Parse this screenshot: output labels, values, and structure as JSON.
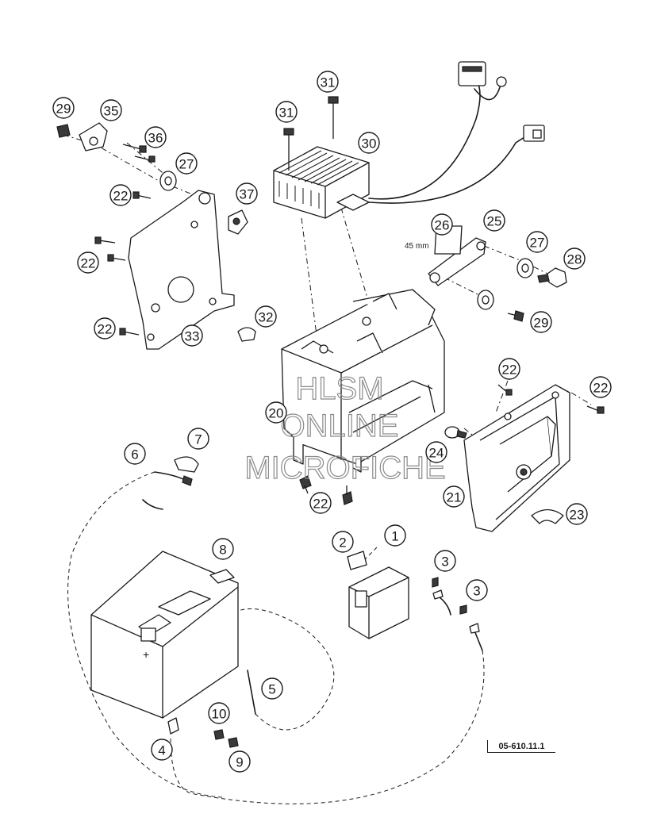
{
  "diagram": {
    "drawing_code": "05-610.11.1",
    "dimension_note": "45 mm",
    "battery_terminal_mark": "+",
    "watermark": [
      "HLSM",
      "ONLINE",
      "MICROFICHE"
    ],
    "callouts": [
      {
        "id": "c29a",
        "label": "29"
      },
      {
        "id": "c35",
        "label": "35"
      },
      {
        "id": "c36",
        "label": "36"
      },
      {
        "id": "c27a",
        "label": "27"
      },
      {
        "id": "c22a",
        "label": "22"
      },
      {
        "id": "c37",
        "label": "37"
      },
      {
        "id": "c22b",
        "label": "22"
      },
      {
        "id": "c22c",
        "label": "22"
      },
      {
        "id": "c33",
        "label": "33"
      },
      {
        "id": "c31a",
        "label": "31"
      },
      {
        "id": "c31b",
        "label": "31"
      },
      {
        "id": "c30",
        "label": "30"
      },
      {
        "id": "c26",
        "label": "26"
      },
      {
        "id": "c25",
        "label": "25"
      },
      {
        "id": "c27b",
        "label": "27"
      },
      {
        "id": "c28",
        "label": "28"
      },
      {
        "id": "c29b",
        "label": "29"
      },
      {
        "id": "c32",
        "label": "32"
      },
      {
        "id": "c22d",
        "label": "22"
      },
      {
        "id": "c22e",
        "label": "22"
      },
      {
        "id": "c20",
        "label": "20"
      },
      {
        "id": "c24",
        "label": "24"
      },
      {
        "id": "c21",
        "label": "21"
      },
      {
        "id": "c23",
        "label": "23"
      },
      {
        "id": "c22f",
        "label": "22"
      },
      {
        "id": "c7",
        "label": "7"
      },
      {
        "id": "c6",
        "label": "6"
      },
      {
        "id": "c8",
        "label": "8"
      },
      {
        "id": "c1",
        "label": "1"
      },
      {
        "id": "c2",
        "label": "2"
      },
      {
        "id": "c3a",
        "label": "3"
      },
      {
        "id": "c3b",
        "label": "3"
      },
      {
        "id": "c5",
        "label": "5"
      },
      {
        "id": "c10",
        "label": "10"
      },
      {
        "id": "c4",
        "label": "4"
      },
      {
        "id": "c9",
        "label": "9"
      }
    ]
  }
}
